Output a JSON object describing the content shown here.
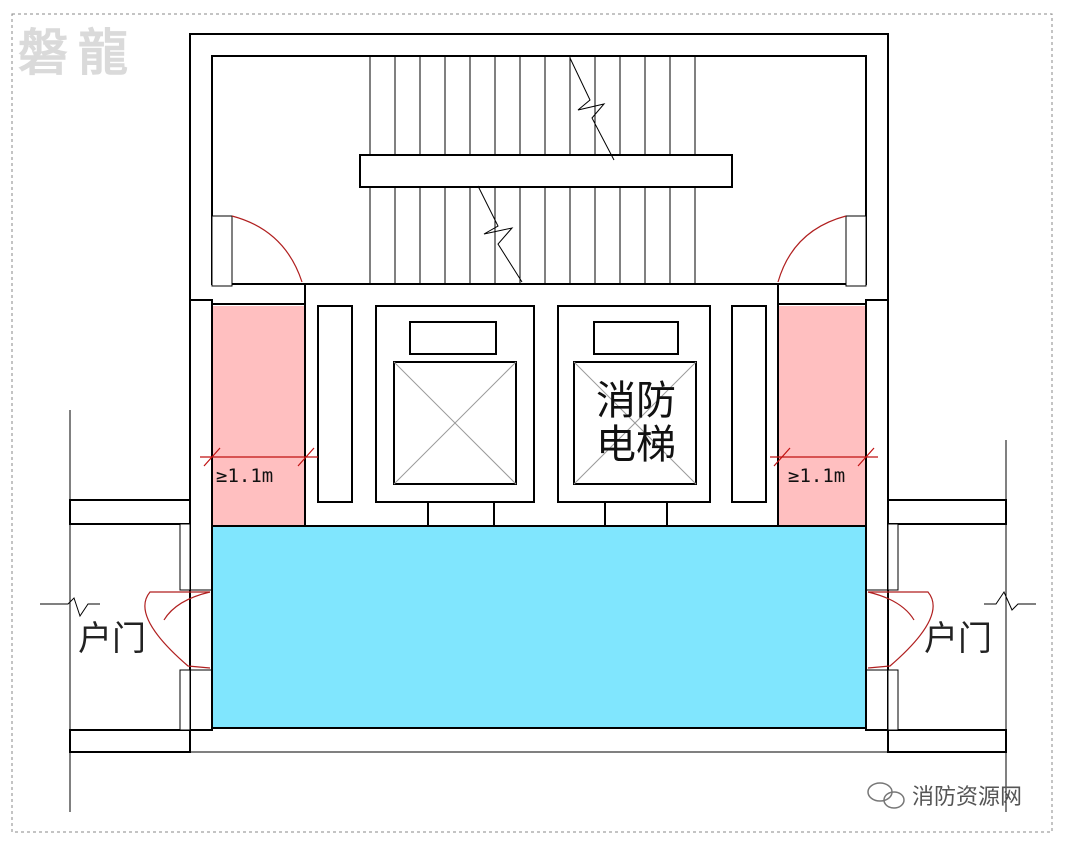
{
  "watermark_logo": "磐龍",
  "elevator_label_line1": "消防",
  "elevator_label_line2": "电梯",
  "clearance_left": "≥1.1m",
  "clearance_right": "≥1.1m",
  "door_label_left": "户门",
  "door_label_right": "户门",
  "source_watermark": "消防资源网",
  "colors": {
    "clearance_zone": "#ffbfc0",
    "front_room": "#80e6fe",
    "door_swing": "#b01f1f",
    "dimension_mark": "#c01010"
  }
}
